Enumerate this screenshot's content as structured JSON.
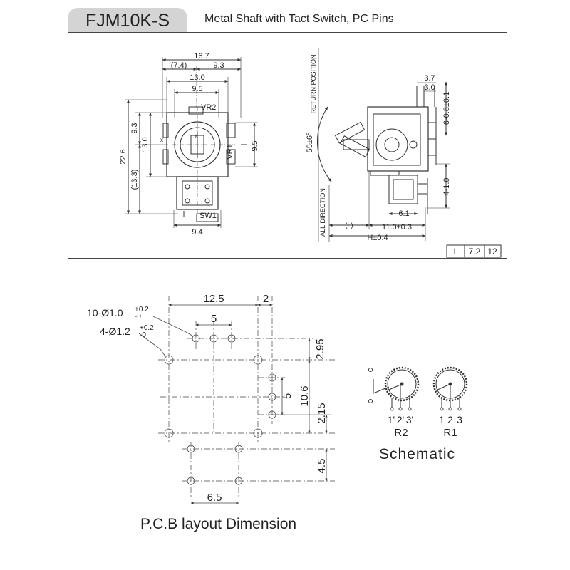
{
  "header": {
    "model": "FJM10K-S",
    "description": "Metal Shaft with Tact Switch, PC Pins"
  },
  "front_view": {
    "dim_16_7": "16.7",
    "dim_7_4": "(7.4)",
    "dim_9_3_top": "9.3",
    "dim_13_0_top": "13.0",
    "dim_9_5_top": "9.5",
    "label_vr2": "VR2",
    "label_vr1": "VR1",
    "label_sw1": "SW1",
    "dim_22_6": "22.6",
    "dim_9_3_left": "9.3",
    "dim_13_0_left": "13.0",
    "dim_13_3": "(13.3)",
    "dim_9_5_right": "9.5",
    "dim_9_4": "9.4",
    "axis_x": "x",
    "axis_y": "y"
  },
  "side_view": {
    "label_return": "RETURN  POSITION",
    "label_all_dir": "ALL  DIRECTION",
    "dim_angle": "55±6°",
    "dim_3_7": "3.7",
    "dim_3_0": "3.0",
    "dim_pins": "6-0.8±0.1",
    "dim_4_1_0": "4-1.0",
    "dim_6_1": "6.1",
    "dim_l": "(L)",
    "dim_11_0": "11.0±0.3",
    "dim_h": "H±0.4",
    "table": [
      "L",
      "7.2",
      "12"
    ]
  },
  "pcb": {
    "dim_12_5": "12.5",
    "dim_2": "2",
    "dim_5_top": "5",
    "hole_10_main": "10-Ø1.0",
    "hole_10_tol_top": "+0.2",
    "hole_10_tol_bot": "-0",
    "hole_4_main": "4-Ø1.2",
    "hole_4_tol_top": "+0.2",
    "hole_4_tol_bot": "-0",
    "dim_2_95": "2.95",
    "dim_10_6": "10.6",
    "dim_5_right": "5",
    "dim_2_15": "2.15",
    "dim_4_5": "4.5",
    "dim_6_5": "6.5",
    "caption": "P.C.B layout Dimension"
  },
  "schematic": {
    "pins_r2": [
      "1'",
      "2'",
      "3'"
    ],
    "pins_r1": [
      "1",
      "2",
      "3"
    ],
    "label_r2": "R2",
    "label_r1": "R1",
    "caption": "Schematic"
  }
}
